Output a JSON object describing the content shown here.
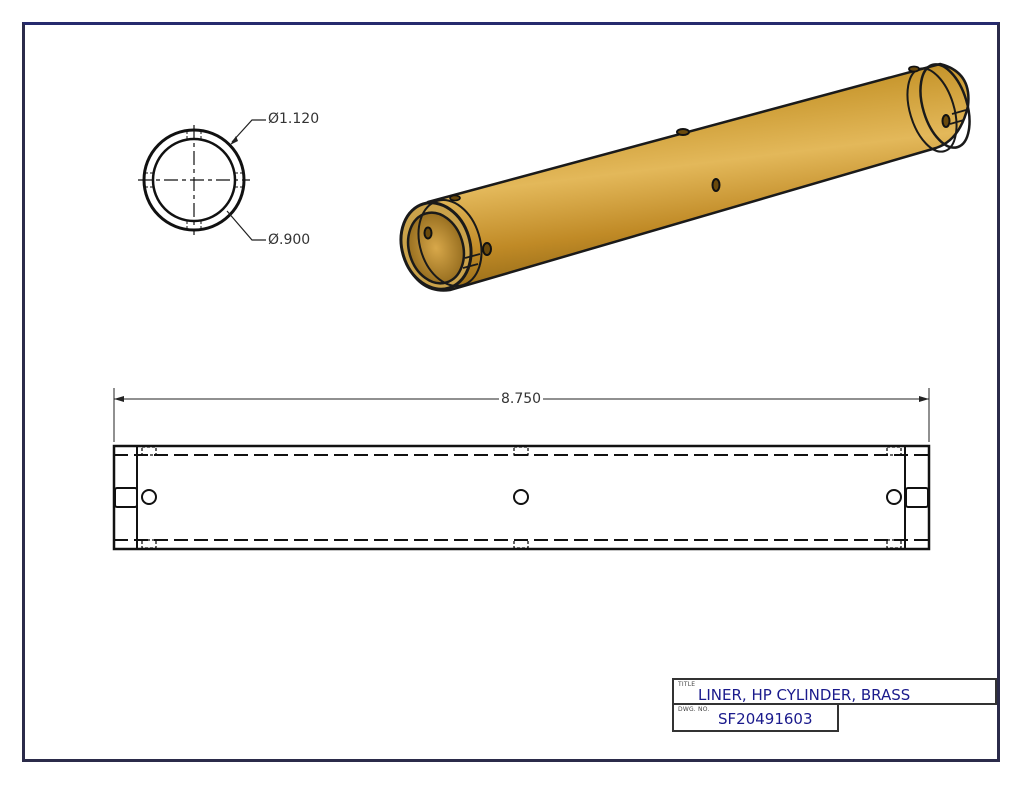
{
  "drawing": {
    "border_color": "#262a6e",
    "line_color": "#111111",
    "brass_color": "#b8862a",
    "end_view": {
      "outer_diameter_label": "Ø1.120",
      "inner_diameter_label": "Ø.900"
    },
    "side_view": {
      "length_label": "8.750"
    }
  },
  "title_block": {
    "title_caption": "TITLE",
    "title_value": "LINER, HP CYLINDER, BRASS",
    "dwg_caption": "DWG. NO.",
    "dwg_value": "SF20491603"
  }
}
